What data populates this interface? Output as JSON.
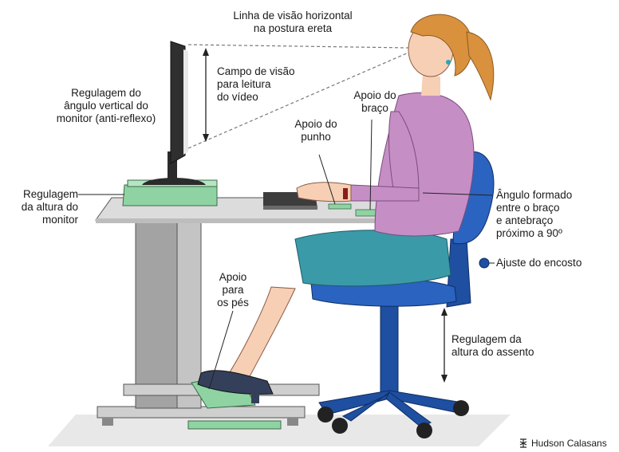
{
  "labels": {
    "horizontal_sight": "Linha de visão horizontal\nna postura ereta",
    "field_of_view": "Campo de visão\npara leitura\ndo vídeo",
    "monitor_angle": "Regulagem do\nângulo vertical do\nmonitor (anti-reflexo)",
    "arm_support": "Apoio do\nbraço",
    "wrist_support": "Apoio do\npunho",
    "monitor_height": "Regulagem\nda altura do\nmonitor",
    "elbow_angle": "Ângulo formado\nentre o braço\ne antebraço\npróximo a 90º",
    "backrest": "Ajuste do encosto",
    "foot_rest": "Apoio\npara\nos pés",
    "seat_height": "Regulagem da\naltura do assento"
  },
  "credit": "Hudson Calasans",
  "colors": {
    "skin": "#f6cfb5",
    "blouse": "#c58fc6",
    "skirt": "#3a9aa8",
    "chair": "#1e4fa0",
    "hair": "#d9913d",
    "table_top": "#dcdcdc",
    "table_leg": "#9c9c9c",
    "accessory_green": "#8fd3a2",
    "shoe": "#34405a",
    "floor": "#e8e8e8"
  }
}
